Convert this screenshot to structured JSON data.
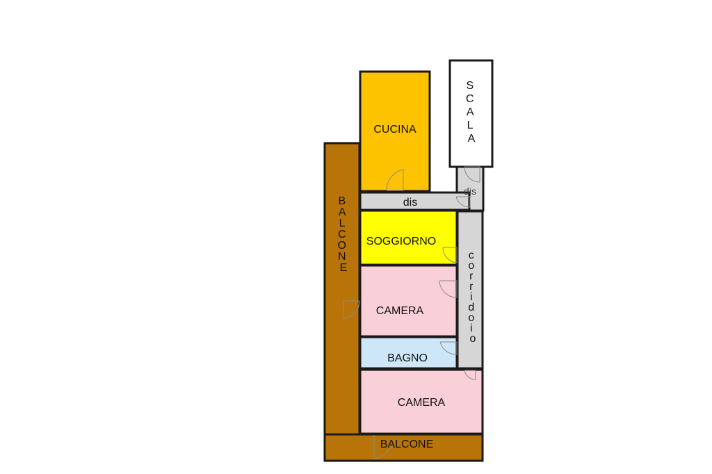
{
  "rooms": {
    "cucina": "CUCINA",
    "scala": "SCALA",
    "dis_top": "dis",
    "dis_right": "dis",
    "soggiorno": "SOGGIORNO",
    "corridoio": "corridoio",
    "camera_1": "CAMERA",
    "bagno": "BAGNO",
    "camera_2": "CAMERA",
    "balcone_side": "BALCONE",
    "balcone_bottom": "BALCONE"
  },
  "colors": {
    "balcone": "#b87409",
    "cucina": "#fdc300",
    "soggiorno": "#ffff00",
    "camera": "#f9d0d7",
    "bagno": "#cde7f8",
    "dis": "#d6d6d6",
    "scala": "#ffffff"
  }
}
